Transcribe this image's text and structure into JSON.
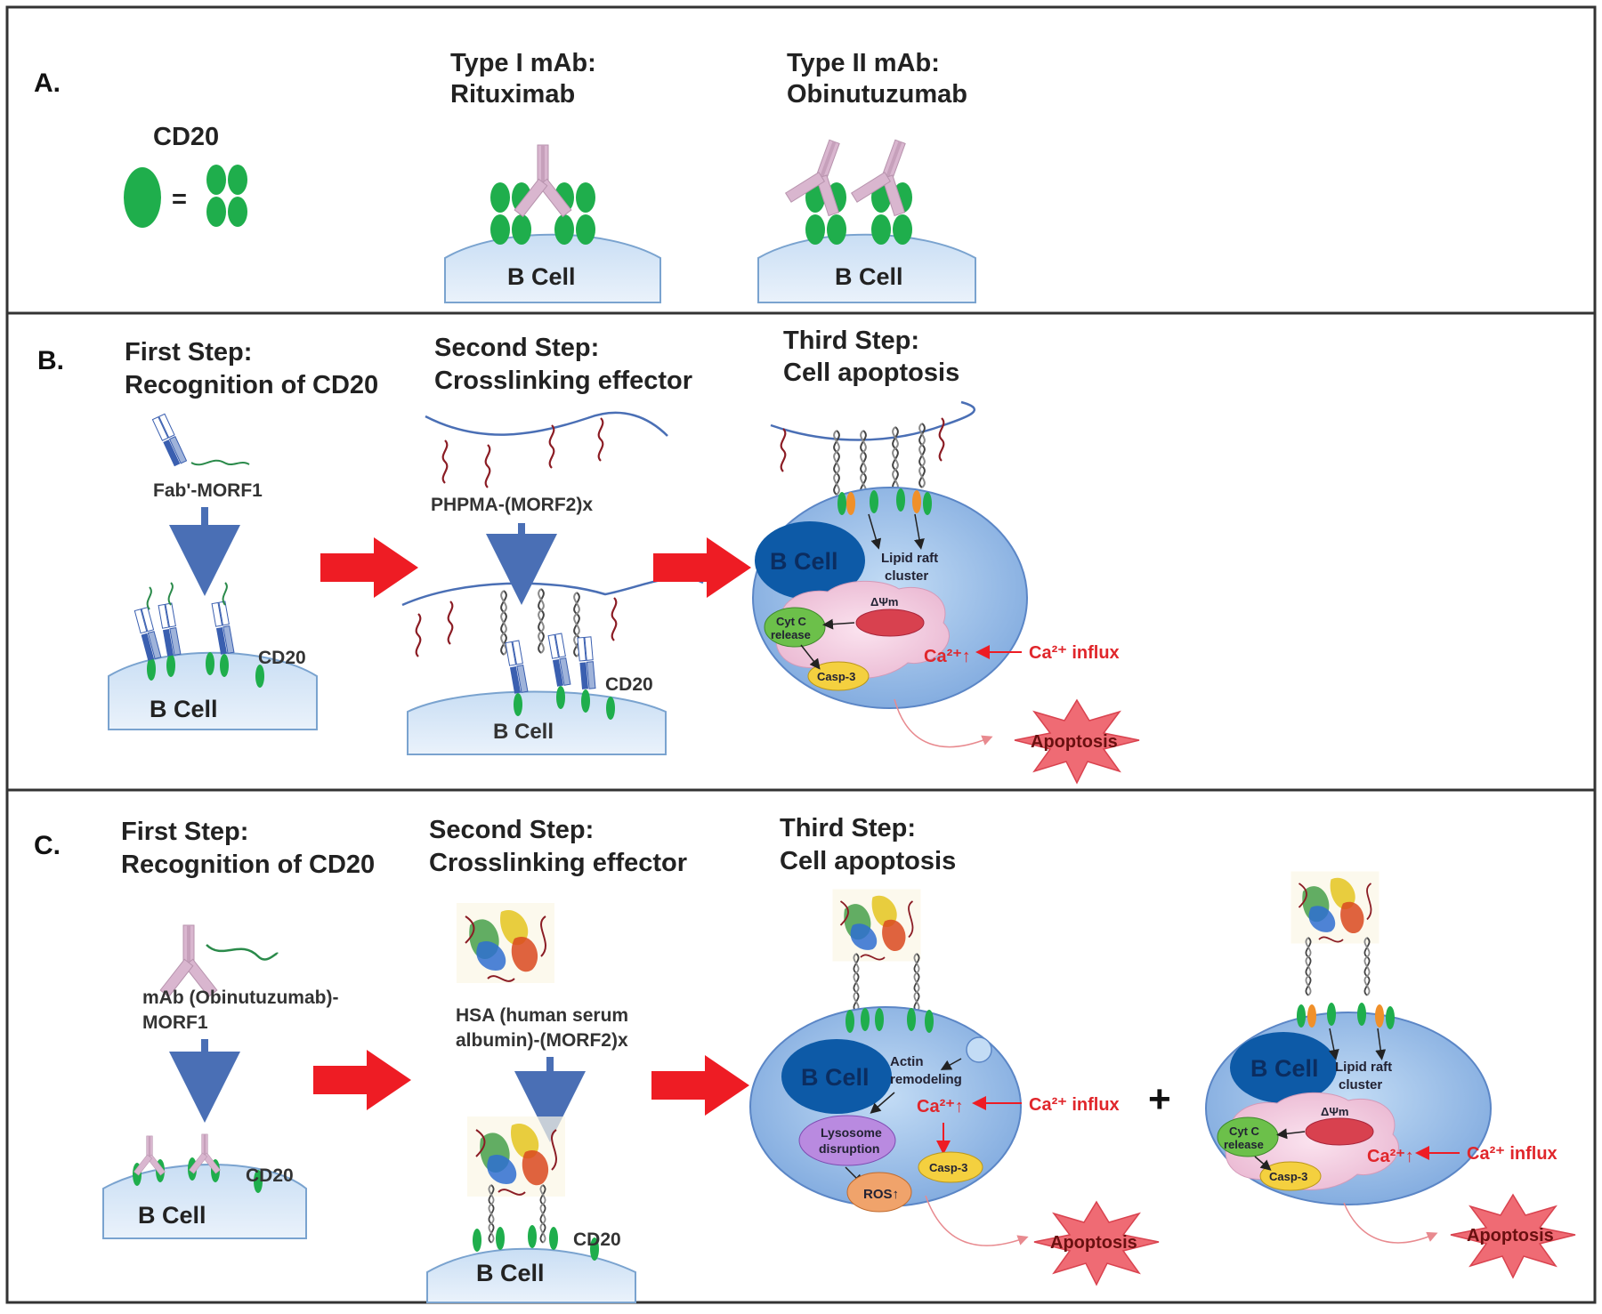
{
  "panelA": {
    "letter": "A.",
    "cd20_label": "CD20",
    "equals": "=",
    "type1_title": "Type I mAb:",
    "type1_name": "Rituximab",
    "type2_title": "Type II mAb:",
    "type2_name": "Obinutuzumab",
    "cell_label": "B Cell"
  },
  "panelB": {
    "letter": "B.",
    "step1_title": "First Step:",
    "step1_desc": "Recognition of CD20",
    "step1_reagent": "Fab'-MORF1",
    "step2_title": "Second Step:",
    "step2_desc": "Crosslinking effector",
    "step2_reagent": "PHPMA-(MORF2)x",
    "step3_title": "Third Step:",
    "step3_desc": "Cell apoptosis",
    "cd20_label": "CD20",
    "cell_label": "B Cell",
    "lipid_raft": "Lipid raft",
    "cluster": "cluster",
    "delta_psi": "ΔΨm",
    "cytc_line1": "Cyt C",
    "cytc_line2": "release",
    "casp3": "Casp-3",
    "ca_inside": "Ca²⁺↑",
    "ca_influx": "Ca²⁺ influx",
    "apoptosis": "Apoptosis"
  },
  "panelC": {
    "letter": "C.",
    "step1_title": "First Step:",
    "step1_desc": "Recognition of CD20",
    "step1_reagent_line1": "mAb (Obinutuzumab)-",
    "step1_reagent_line2": "MORF1",
    "step2_title": "Second Step:",
    "step2_desc": "Crosslinking effector",
    "step2_reagent_line1": "HSA (human serum",
    "step2_reagent_line2": "albumin)-(MORF2)x",
    "step3_title": "Third Step:",
    "step3_desc": "Cell apoptosis",
    "cd20_label": "CD20",
    "cell_label": "B Cell",
    "actin_line1": "Actin",
    "actin_line2": "remodeling",
    "ca_inside": "Ca²⁺↑",
    "ca_influx": "Ca²⁺ influx",
    "lysosome_line1": "Lysosome",
    "lysosome_line2": "disruption",
    "ros": "ROS↑",
    "casp3": "Casp-3",
    "plus": "+",
    "lipid_raft": "Lipid raft",
    "cluster": "cluster",
    "delta_psi": "ΔΨm",
    "cytc_line1": "Cyt C",
    "cytc_line2": "release",
    "apoptosis": "Apoptosis"
  },
  "colors": {
    "cd20_green": "#1fae4c",
    "antibody_pink": "#d9b6cf",
    "arrow_red": "#ee1c24",
    "arrow_blue": "#4a6fb5",
    "cell_blue": "#a9c9ec",
    "nucleus": "#0d5aa7",
    "mito_pink": "#f2c6dc",
    "apoptosis_star": "#ef6b74",
    "morf_red": "#8b1c24"
  }
}
